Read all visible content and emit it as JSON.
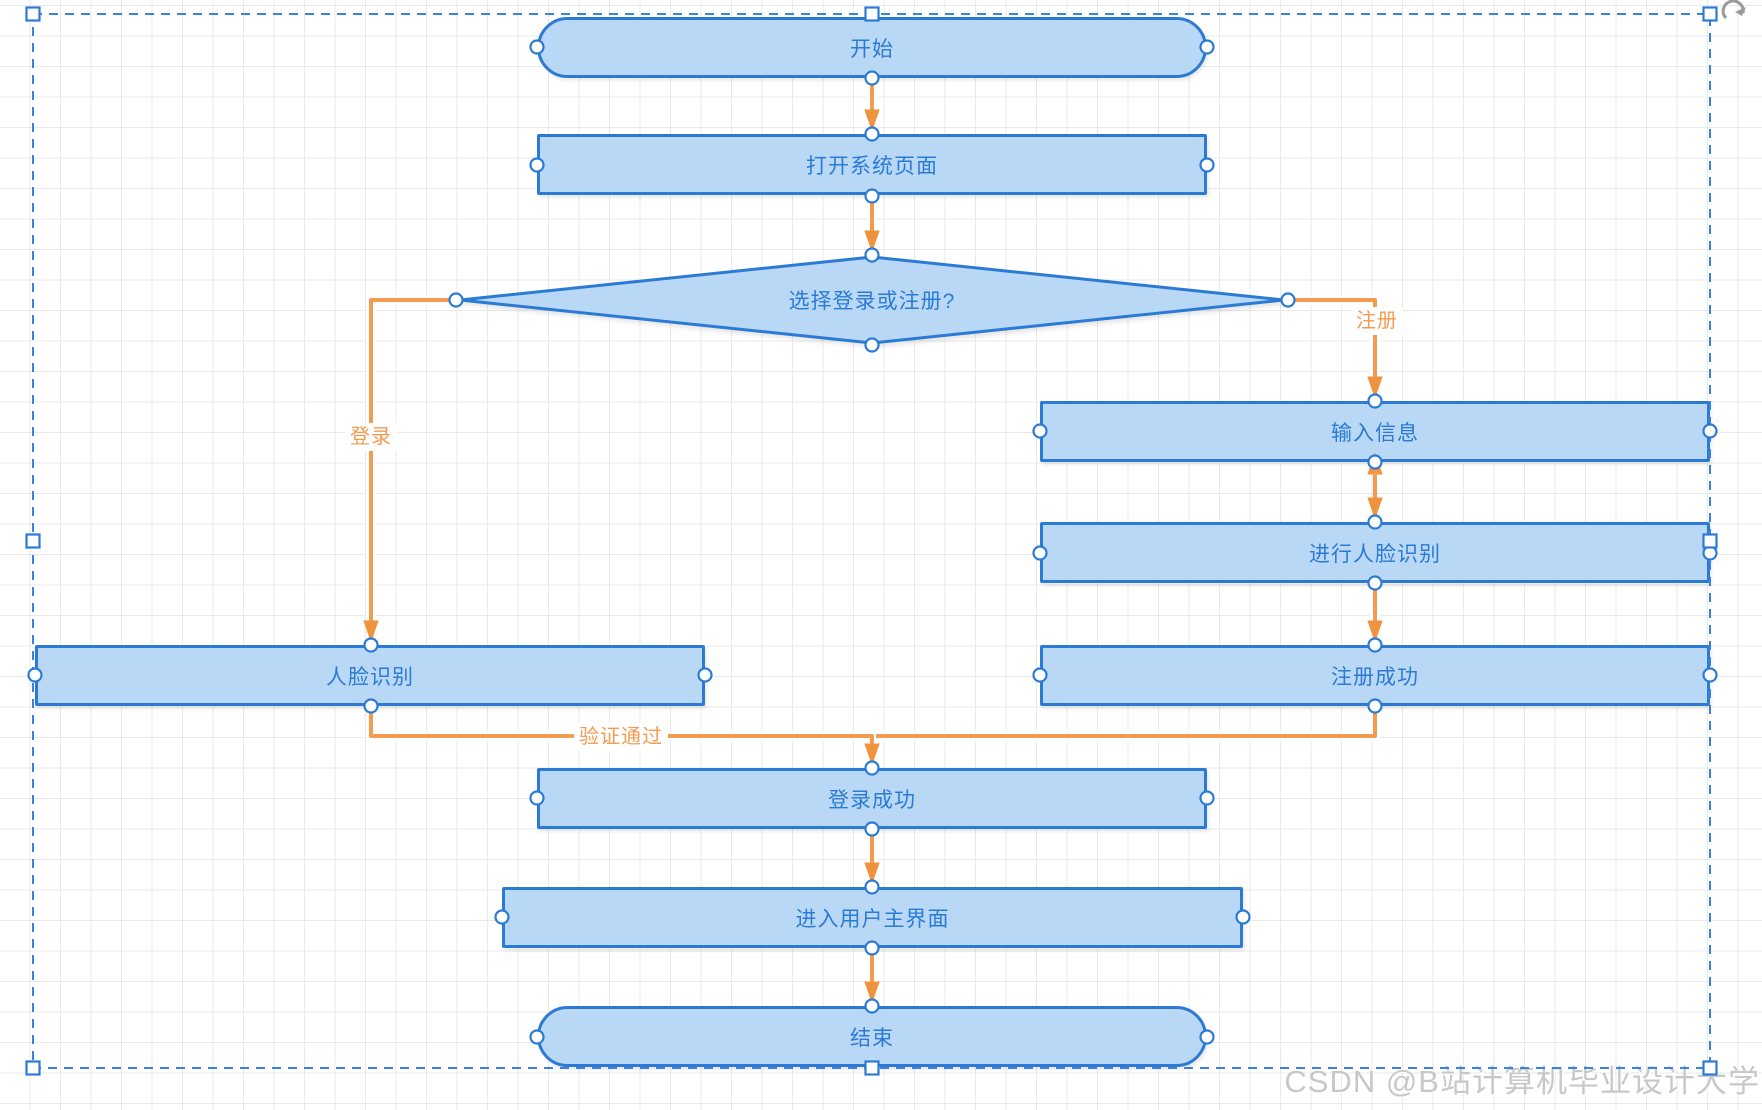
{
  "nodes": {
    "start": "开始",
    "open_page": "打开系统页面",
    "choose": "选择登录或注册?",
    "input_info": "输入信息",
    "do_face_recognition": "进行人脸识别",
    "register_success": "注册成功",
    "face_recognition": "人脸识别",
    "login_success": "登录成功",
    "enter_main_ui": "进入用户主界面",
    "end": "结束"
  },
  "edge_labels": {
    "login": "登录",
    "register": "注册",
    "verified": "验证通过"
  },
  "watermark": "CSDN @B站计算机毕业设计大学",
  "colors": {
    "node_fill": "#b9d8f6",
    "node_border": "#2b7bd4",
    "node_text": "#2b7bd4",
    "edge": "#f29b51",
    "edge_label_text": "#f29b51",
    "selection": "#3b82e0",
    "grid_line": "#e9e9e9",
    "watermark_text": "#c8c8c8"
  }
}
